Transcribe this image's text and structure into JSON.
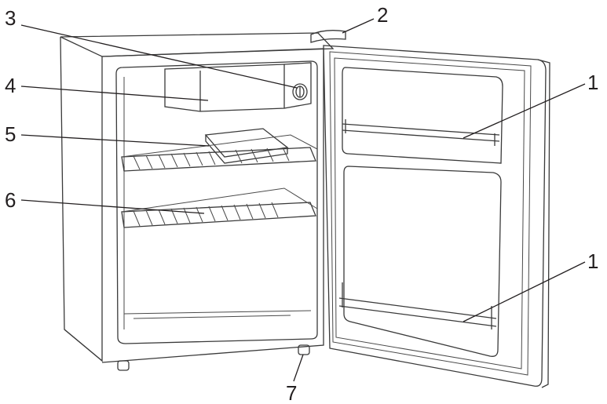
{
  "diagram": {
    "callouts": [
      {
        "id": "c3",
        "label": "3"
      },
      {
        "id": "c2",
        "label": "2"
      },
      {
        "id": "c4",
        "label": "4"
      },
      {
        "id": "c5",
        "label": "5"
      },
      {
        "id": "c6",
        "label": "6"
      },
      {
        "id": "c1a",
        "label": "1"
      },
      {
        "id": "c1b",
        "label": "1"
      },
      {
        "id": "c7",
        "label": "7"
      }
    ]
  }
}
